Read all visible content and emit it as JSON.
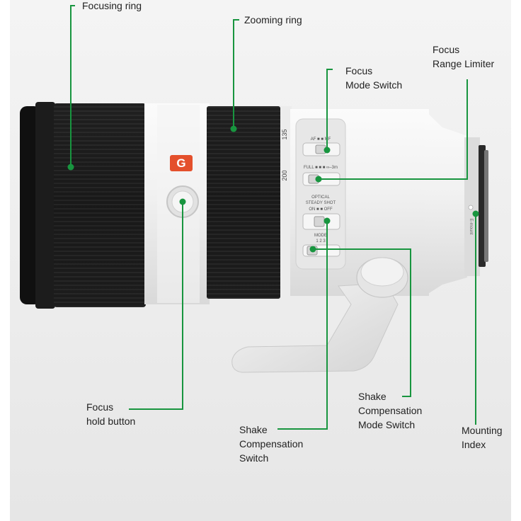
{
  "brand_mark": "G",
  "colors": {
    "callout": "#18953f",
    "lens_body": "#efefef",
    "rubber": "#1b1b1b",
    "brand_badge": "#e4502c"
  },
  "lens_markings": {
    "focus_mode": "AF ■ ■ MF",
    "range_limiter": "FULL ■ ■ ■ ∞–3m",
    "oss_title": "OPTICAL",
    "oss_title2": "STEADY SHOT",
    "oss_state": "ON ■ ■ OFF",
    "oss_mode": "MODE",
    "oss_mode_values": "1  2  3",
    "focal_200": "200",
    "focal_135": "135",
    "mount_index": "E-mount"
  },
  "callouts": {
    "focusing_ring": {
      "lines": [
        "Focusing ring"
      ]
    },
    "zooming_ring": {
      "lines": [
        "Zooming ring"
      ]
    },
    "focus_mode_switch": {
      "lines": [
        "Focus",
        "Mode Switch"
      ]
    },
    "focus_range_limiter": {
      "lines": [
        "Focus",
        "Range Limiter"
      ]
    },
    "focus_hold_button": {
      "lines": [
        "Focus",
        "hold button"
      ]
    },
    "shake_compensation_switch": {
      "lines": [
        "Shake",
        "Compensation",
        "Switch"
      ]
    },
    "shake_compensation_mode_switch": {
      "lines": [
        "Shake",
        "Compensation",
        "Mode Switch"
      ]
    },
    "mounting_index": {
      "lines": [
        "Mounting",
        "Index"
      ]
    }
  }
}
